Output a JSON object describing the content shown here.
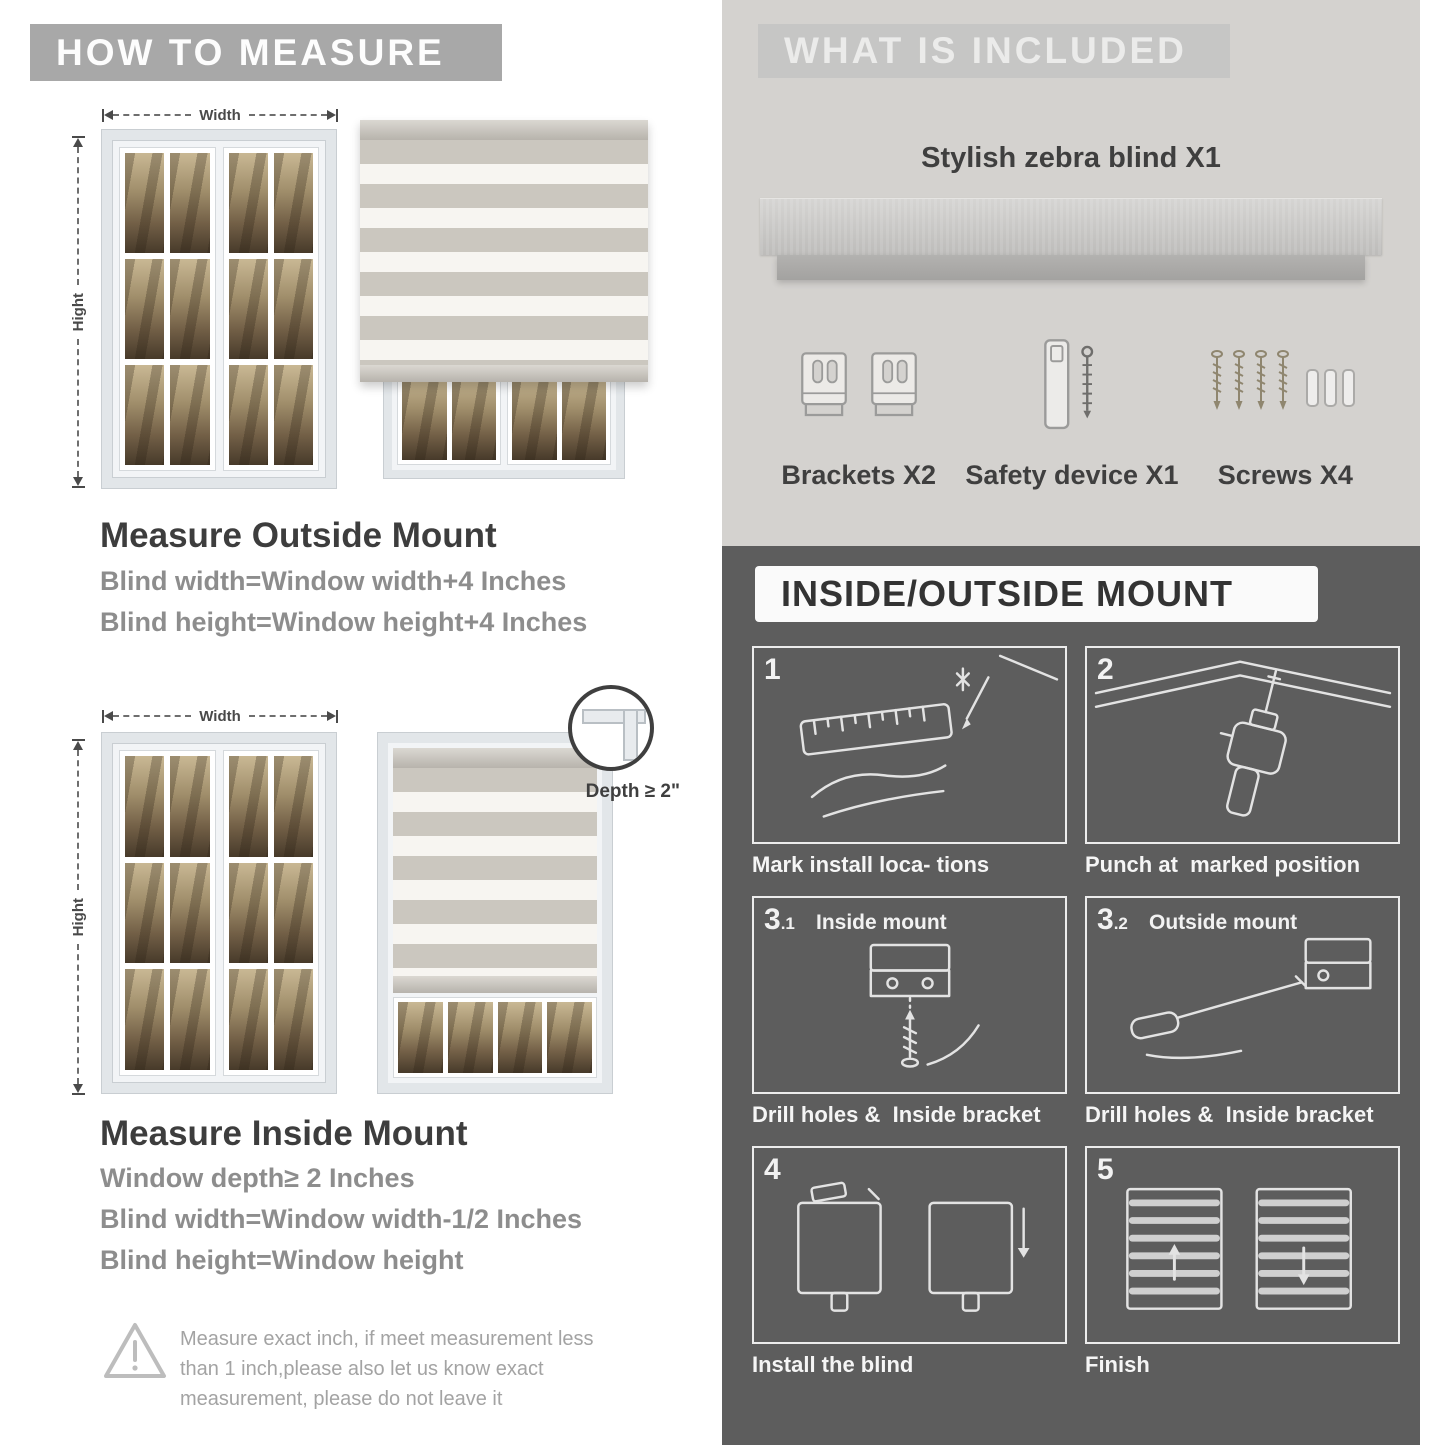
{
  "left": {
    "header": "HOW TO MEASURE",
    "outside": {
      "width_label": "Width",
      "height_label": "Hight",
      "title": "Measure Outside Mount",
      "lines": [
        "Blind width=Window width+4 Inches",
        "Blind height=Window height+4 Inches"
      ]
    },
    "inside": {
      "width_label": "Width",
      "height_label": "Hight",
      "depth_label": "Depth ≥ 2\"",
      "title": "Measure Inside Mount",
      "lines": [
        "Window depth≥ 2 Inches",
        "Blind width=Window width-1/2 Inches",
        "Blind height=Window height"
      ]
    },
    "note_lines": [
      "Measure exact inch, if meet measurement less",
      "than 1 inch,please also let us know exact",
      "measurement, please do not leave it"
    ]
  },
  "included": {
    "header": "WHAT IS INCLUDED",
    "product_label": "Stylish zebra blind X1",
    "items": [
      {
        "label": "Brackets X2"
      },
      {
        "label": "Safety device X1"
      },
      {
        "label": "Screws X4"
      }
    ]
  },
  "mount": {
    "header": "INSIDE/OUTSIDE MOUNT",
    "steps": [
      {
        "num": "1",
        "sub": "",
        "label": "",
        "caption": "Mark install loca- tions"
      },
      {
        "num": "2",
        "sub": "",
        "label": "",
        "caption": "Punch at  marked position"
      },
      {
        "num": "3",
        "sub": ".1",
        "label": "Inside mount",
        "caption": "Drill holes &  Inside bracket"
      },
      {
        "num": "3",
        "sub": ".2",
        "label": "Outside mount",
        "caption": "Drill holes &  Inside bracket"
      },
      {
        "num": "4",
        "sub": "",
        "label": "",
        "caption": "Install the blind"
      },
      {
        "num": "5",
        "sub": "",
        "label": "",
        "caption": "Finish"
      }
    ]
  },
  "icons": {
    "warning": "exclamation-triangle-icon",
    "depth_zoom": "magnifier-circle-icon"
  },
  "colors": {
    "header_gray": "#a8a8a8",
    "included_bg": "#d4d2cf",
    "mount_bg": "#5d5d5d",
    "text_dark": "#3f3f3f",
    "text_gray": "#8d8d8d"
  }
}
